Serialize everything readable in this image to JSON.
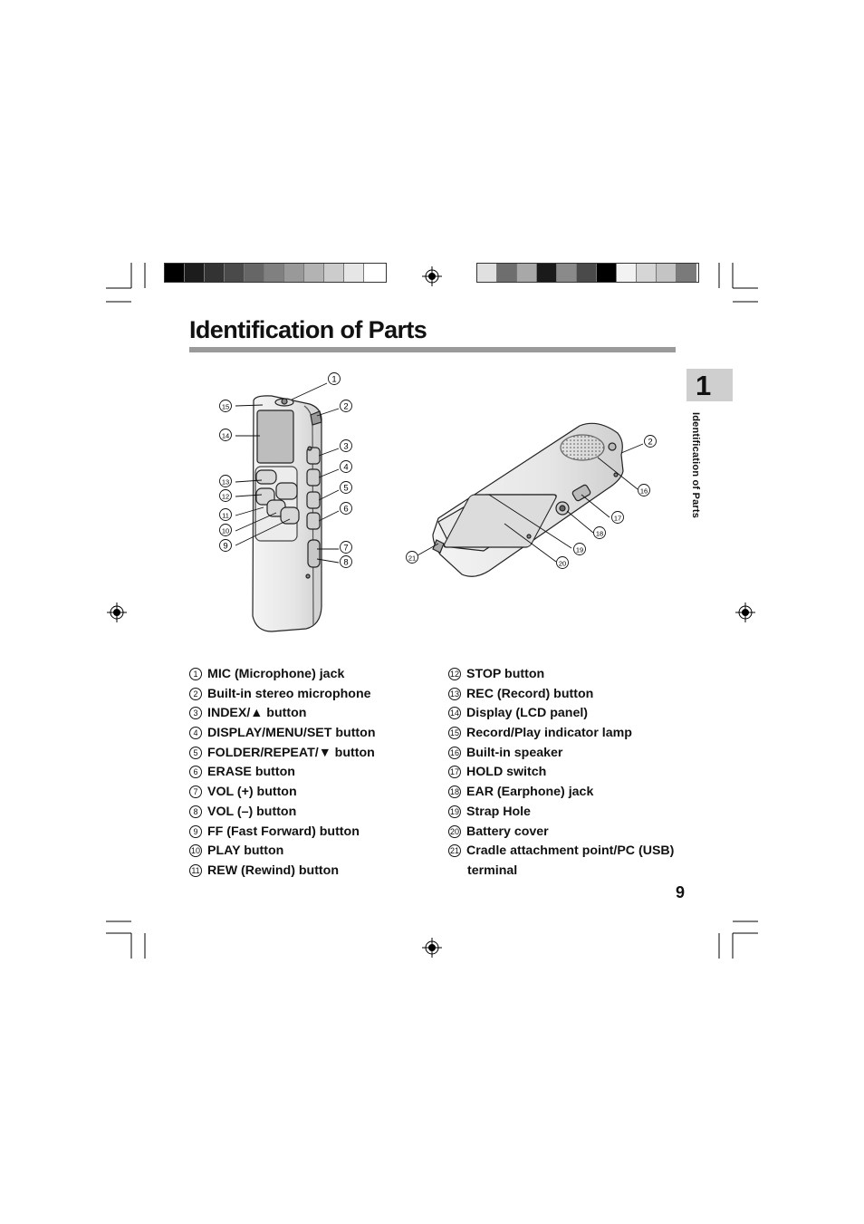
{
  "title": "Identification of Parts",
  "chapter": {
    "number": "1",
    "label": "Identification of Parts"
  },
  "page_number": "9",
  "print_marks": {
    "left_bar_colors": [
      "#000000",
      "#1c1c1c",
      "#333333",
      "#4a4a4a",
      "#666666",
      "#808080",
      "#999999",
      "#b3b3b3",
      "#cccccc",
      "#e6e6e6",
      "#ffffff"
    ],
    "right_bar_colors": [
      "#e0e0e0",
      "#6e6e6e",
      "#a8a8a8",
      "#1a1a1a",
      "#8a8a8a",
      "#4a4a4a",
      "#000000",
      "#f2f2f2",
      "#d6d6d6",
      "#c4c4c4",
      "#7a7a7a"
    ]
  },
  "callout_labels": [
    "1",
    "2",
    "3",
    "4",
    "5",
    "6",
    "7",
    "8",
    "9",
    "10",
    "11",
    "12",
    "13",
    "14",
    "15",
    "16",
    "17",
    "18",
    "19",
    "20",
    "21"
  ],
  "parts_left": [
    {
      "n": "1",
      "text": "MIC (Microphone) jack"
    },
    {
      "n": "2",
      "text": "Built-in stereo microphone"
    },
    {
      "n": "3",
      "text": "INDEX/▲ button"
    },
    {
      "n": "4",
      "text": "DISPLAY/MENU/SET button"
    },
    {
      "n": "5",
      "text": "FOLDER/REPEAT/▼ button"
    },
    {
      "n": "6",
      "text": "ERASE button"
    },
    {
      "n": "7",
      "text": "VOL (+) button"
    },
    {
      "n": "8",
      "text": "VOL (–) button"
    },
    {
      "n": "9",
      "text": "FF (Fast Forward) button"
    },
    {
      "n": "10",
      "text": "PLAY button"
    },
    {
      "n": "11",
      "text": "REW (Rewind) button"
    }
  ],
  "parts_right": [
    {
      "n": "12",
      "text": "STOP button"
    },
    {
      "n": "13",
      "text": "REC (Record) button"
    },
    {
      "n": "14",
      "text": "Display (LCD panel)"
    },
    {
      "n": "15",
      "text": "Record/Play indicator lamp"
    },
    {
      "n": "16",
      "text": "Built-in speaker"
    },
    {
      "n": "17",
      "text": "HOLD switch"
    },
    {
      "n": "18",
      "text": "EAR (Earphone) jack"
    },
    {
      "n": "19",
      "text": "Strap Hole"
    },
    {
      "n": "20",
      "text": "Battery cover"
    },
    {
      "n": "21",
      "text": "Cradle attachment point/PC (USB)"
    }
  ],
  "parts_right_continuation": "terminal"
}
